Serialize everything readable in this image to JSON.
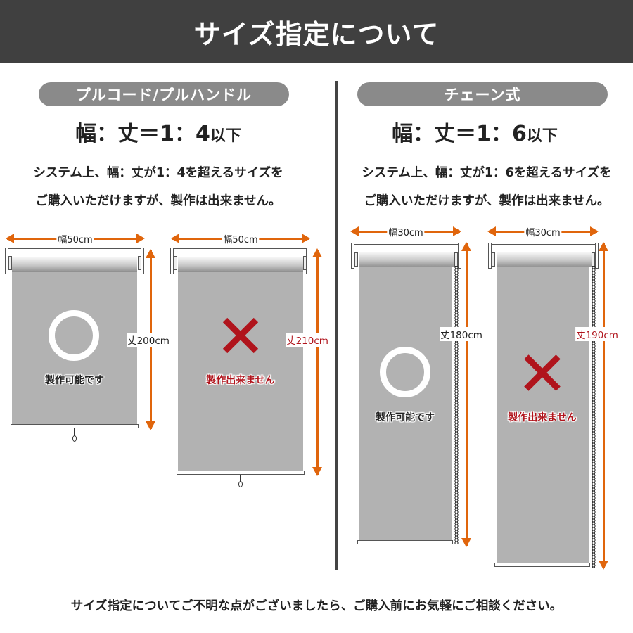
{
  "header": {
    "title": "サイズ指定について"
  },
  "sections": [
    {
      "label": "プルコード/プルハンドル",
      "ratio_main": "幅：丈＝1：4",
      "ratio_suffix": "以下",
      "desc_line1": "システム上、幅：丈が1：4を超えるサイズを",
      "desc_line2": "ご購入いただけますが、製作は出来ません。",
      "mechanism": "pull-cord",
      "examples": [
        {
          "width_label": "幅50cm",
          "height_label": "丈200cm",
          "status": "ok",
          "mark": "circle-icon",
          "verdict": "製作可能です"
        },
        {
          "width_label": "幅50cm",
          "height_label": "丈210cm",
          "status": "ng",
          "mark": "cross-icon",
          "verdict": "製作出来ません"
        }
      ]
    },
    {
      "label": "チェーン式",
      "ratio_main": "幅：丈＝1：6",
      "ratio_suffix": "以下",
      "desc_line1": "システム上、幅：丈が1：6を超えるサイズを",
      "desc_line2": "ご購入いただけますが、製作は出来ません。",
      "mechanism": "chain",
      "examples": [
        {
          "width_label": "幅30cm",
          "height_label": "丈180cm",
          "status": "ok",
          "mark": "circle-icon",
          "verdict": "製作可能です"
        },
        {
          "width_label": "幅30cm",
          "height_label": "丈190cm",
          "status": "ng",
          "mark": "cross-icon",
          "verdict": "製作出来ません"
        }
      ]
    }
  ],
  "footer": {
    "note": "サイズ指定についてご不明な点がございましたら、ご購入前にお気軽にご相談ください。"
  },
  "colors": {
    "header_bg": "#404040",
    "pill_bg": "#8a8a8a",
    "dimension_arrow": "#e0650c",
    "ng_red": "#b0141c",
    "screen_gray": "#b2b2b2"
  }
}
